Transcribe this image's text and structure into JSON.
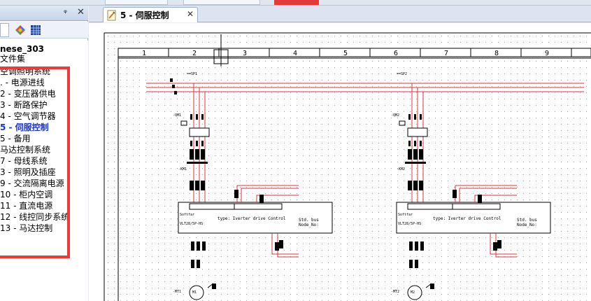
{
  "left_panel": {
    "pin_glyph": "ᵠ",
    "close_glyph": "✕",
    "project_name": "nese_303",
    "project_sub": "文件集",
    "tree": [
      {
        "label": "空调照明系统",
        "active": false
      },
      {
        "label": ". - 电源进线",
        "active": false
      },
      {
        "label": "2 - 变压器供电",
        "active": false
      },
      {
        "label": "3 - 断路保护",
        "active": false
      },
      {
        "label": "4 - 空气调节器",
        "active": false
      },
      {
        "label": "5 - 伺服控制",
        "active": true
      },
      {
        "label": "5 - 备用",
        "active": false
      },
      {
        "label": "马达控制系统",
        "active": false
      },
      {
        "label": "7 - 母线系统",
        "active": false
      },
      {
        "label": "3 - 照明及插座",
        "active": false
      },
      {
        "label": "9 - 交流隔离电源",
        "active": false
      },
      {
        "label": "10 - 柜内空调",
        "active": false
      },
      {
        "label": "11 - 直流电源",
        "active": false
      },
      {
        "label": "12 - 线控同步系统",
        "active": false
      },
      {
        "label": "13 - 马达控制",
        "active": false
      }
    ]
  },
  "doc_tab": {
    "label": "5 - 伺服控制",
    "close_glyph": "✕"
  },
  "drawing": {
    "columns": [
      "1",
      "2",
      "3",
      "4",
      "5",
      "6",
      "7",
      "8",
      "9"
    ],
    "blocks": [
      {
        "drive_text": "type: Iverter drive Control",
        "bus_text": "Std. bus",
        "node_text": "Node_No:"
      },
      {
        "drive_text": "type: Iverter drive Control",
        "bus_text": "Std. bus",
        "node_text": "Node_No:"
      }
    ]
  }
}
